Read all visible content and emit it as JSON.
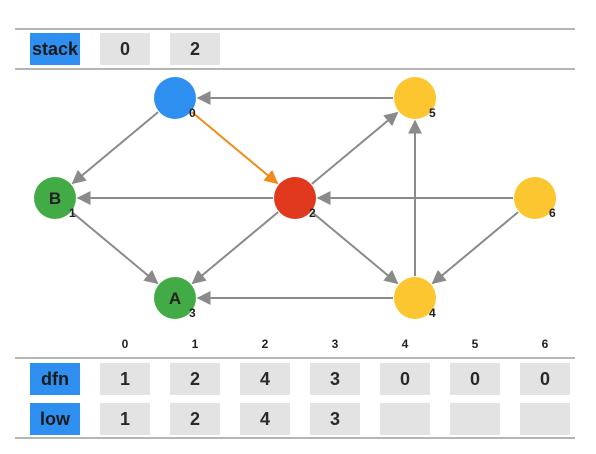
{
  "stack": {
    "label": "stack",
    "values": [
      "0",
      "2"
    ]
  },
  "graph": {
    "nodes": [
      {
        "id": "0",
        "label": "",
        "index": "0",
        "color": "#2f8ff0"
      },
      {
        "id": "1",
        "label": "B",
        "index": "1",
        "color": "#43ab46"
      },
      {
        "id": "2",
        "label": "",
        "index": "2",
        "color": "#e0391e"
      },
      {
        "id": "3",
        "label": "A",
        "index": "3",
        "color": "#43ab46"
      },
      {
        "id": "4",
        "label": "",
        "index": "4",
        "color": "#fbc630"
      },
      {
        "id": "5",
        "label": "",
        "index": "5",
        "color": "#fbc630"
      },
      {
        "id": "6",
        "label": "",
        "index": "6",
        "color": "#fbc630"
      }
    ],
    "edges": [
      {
        "from": "5",
        "to": "0",
        "color": "#8a8a8a"
      },
      {
        "from": "0",
        "to": "1",
        "color": "#8a8a8a"
      },
      {
        "from": "0",
        "to": "2",
        "color": "#f08c1e"
      },
      {
        "from": "2",
        "to": "1",
        "color": "#8a8a8a"
      },
      {
        "from": "1",
        "to": "3",
        "color": "#8a8a8a"
      },
      {
        "from": "2",
        "to": "3",
        "color": "#8a8a8a"
      },
      {
        "from": "2",
        "to": "5",
        "color": "#8a8a8a"
      },
      {
        "from": "2",
        "to": "4",
        "color": "#8a8a8a"
      },
      {
        "from": "6",
        "to": "2",
        "color": "#8a8a8a"
      },
      {
        "from": "6",
        "to": "4",
        "color": "#8a8a8a"
      },
      {
        "from": "4",
        "to": "5",
        "color": "#8a8a8a"
      },
      {
        "from": "4",
        "to": "3",
        "color": "#8a8a8a"
      }
    ]
  },
  "table": {
    "indices": [
      "0",
      "1",
      "2",
      "3",
      "4",
      "5",
      "6"
    ],
    "dfn": {
      "label": "dfn",
      "values": [
        "1",
        "2",
        "4",
        "3",
        "0",
        "0",
        "0"
      ]
    },
    "low": {
      "label": "low",
      "values": [
        "1",
        "2",
        "4",
        "3",
        "",
        "",
        ""
      ]
    }
  }
}
